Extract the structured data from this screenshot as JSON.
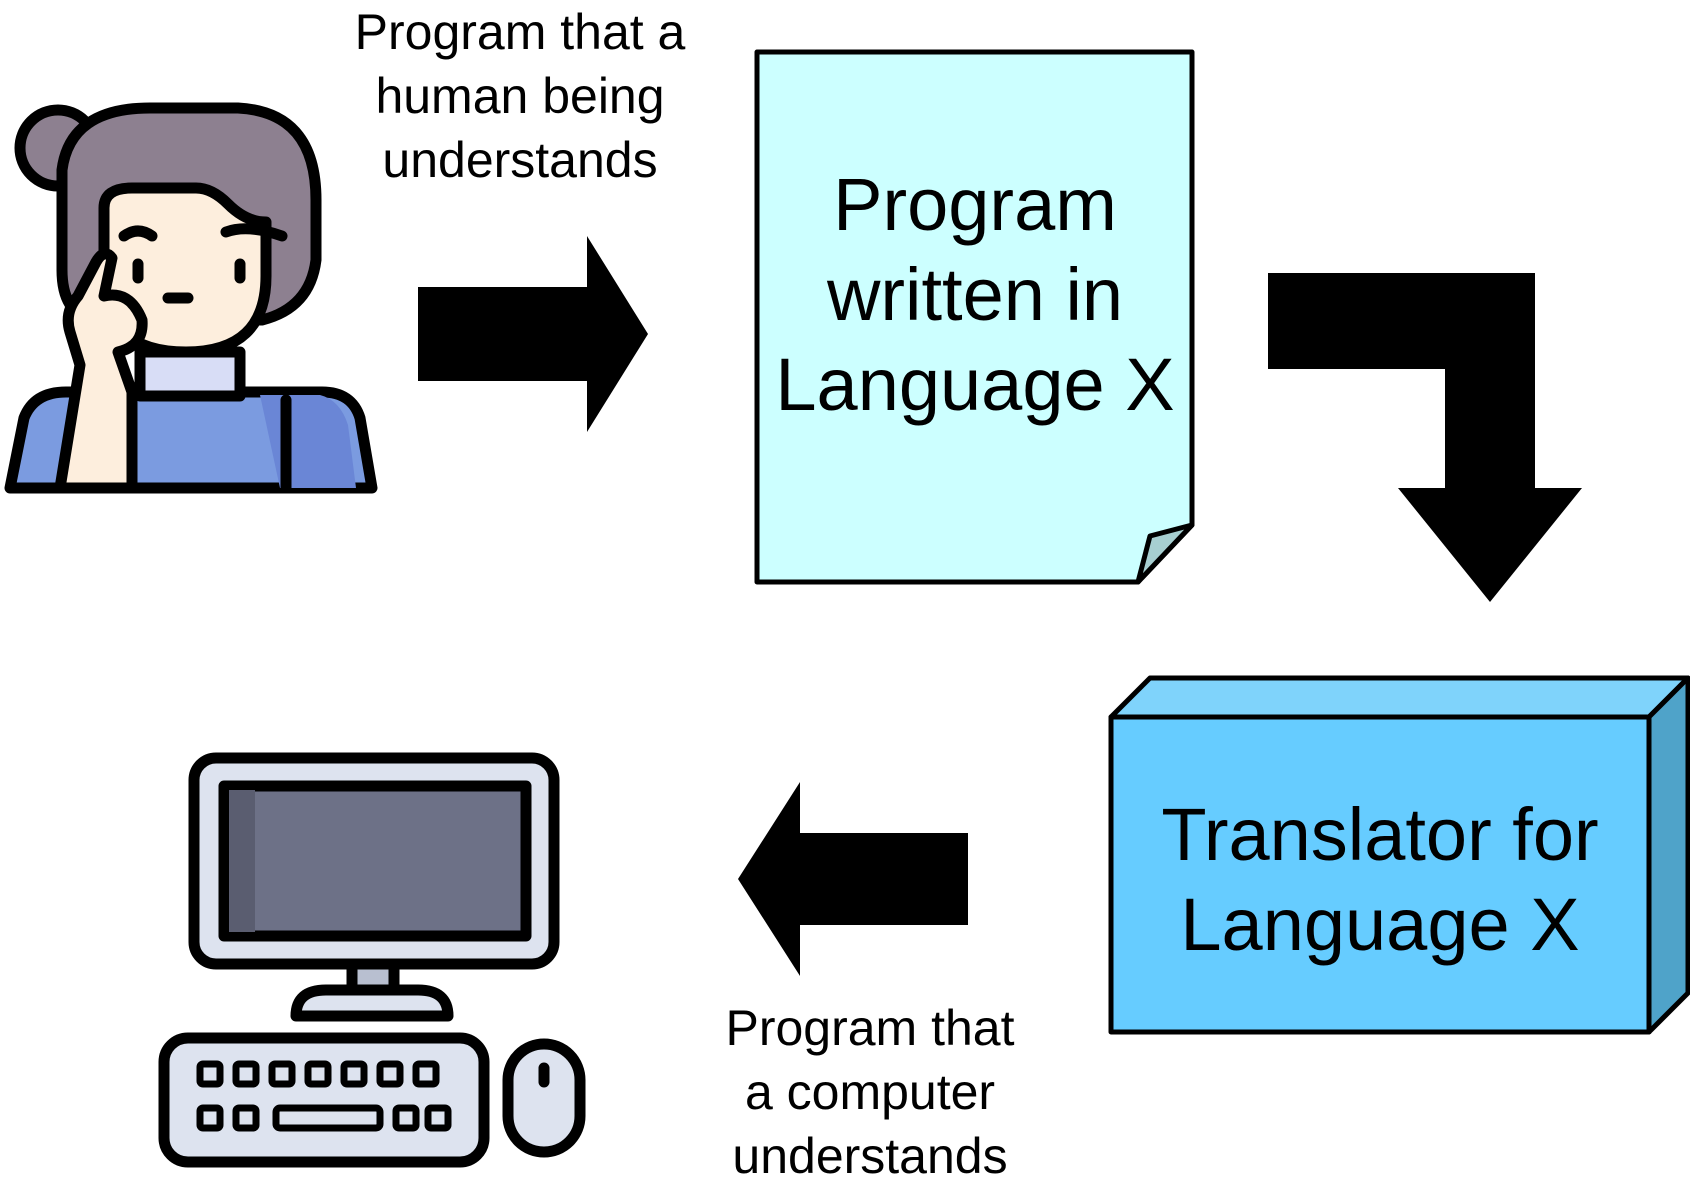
{
  "diagram": {
    "caption_human": "Program that a\nhuman being\nunderstands",
    "document_label": "Program\nwritten in\nLanguage X",
    "translator_label": "Translator for\nLanguage X",
    "caption_computer": "Program that\na computer\nunderstands"
  },
  "icons": {
    "person": "person-thinking-icon",
    "computer": "desktop-computer-icon"
  },
  "colors": {
    "document_fill": "#ccffff",
    "document_fold": "#a7cfd1",
    "translator_front": "#66ccff",
    "translator_top": "#7fd3fb",
    "translator_side": "#4fa3c9",
    "arrow": "#000000",
    "hair": "#8d8090",
    "skin": "#fdeedd",
    "shirt": "#7b9be0",
    "monitor_screen": "#6d7187",
    "monitor_frame": "#dde3ef"
  }
}
